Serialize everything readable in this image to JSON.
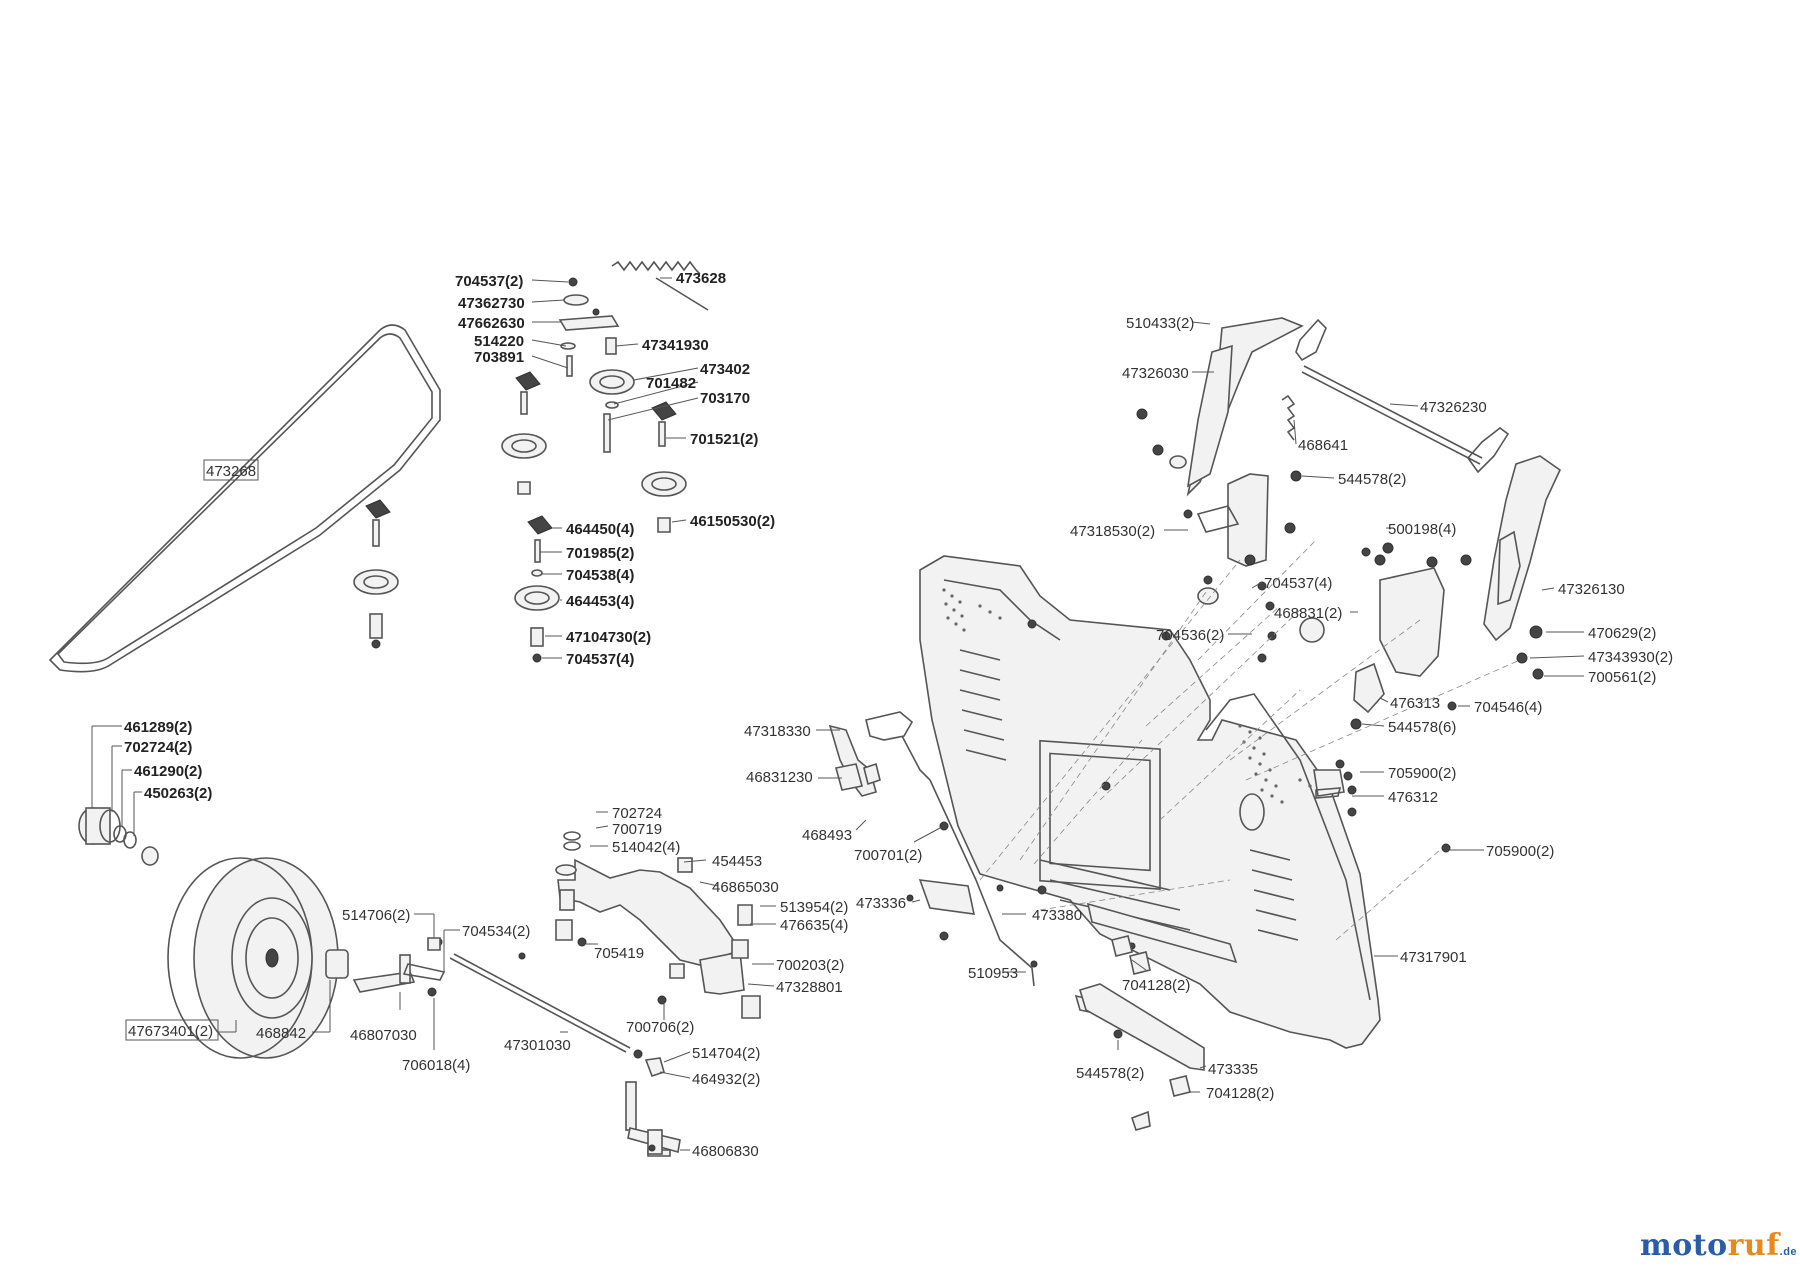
{
  "brand": {
    "part1": "moto",
    "part2": "ruf",
    "part3": ".de"
  },
  "labels": [
    {
      "text": "704537(2)",
      "bold": true
    },
    {
      "text": "473628",
      "bold": true
    },
    {
      "text": "47362730",
      "bold": true
    },
    {
      "text": "47662630",
      "bold": true
    },
    {
      "text": "514220",
      "bold": true
    },
    {
      "text": "47341930",
      "bold": true
    },
    {
      "text": "703891",
      "bold": true
    },
    {
      "text": "473402",
      "bold": true
    },
    {
      "text": "701482",
      "bold": true
    },
    {
      "text": "703170",
      "bold": true
    },
    {
      "text": "701521(2)",
      "bold": true
    },
    {
      "text": "464450(4)",
      "bold": true
    },
    {
      "text": "46150530(2)",
      "bold": true
    },
    {
      "text": "701985(2)",
      "bold": true
    },
    {
      "text": "704538(4)",
      "bold": true
    },
    {
      "text": "464453(4)",
      "bold": true
    },
    {
      "text": "47104730(2)",
      "bold": true
    },
    {
      "text": "704537(4)",
      "bold": true
    },
    {
      "text": "473268",
      "bold": false,
      "boxed": true
    },
    {
      "text": "461289(2)",
      "bold": true
    },
    {
      "text": "702724(2)",
      "bold": true
    },
    {
      "text": "461290(2)",
      "bold": true
    },
    {
      "text": "450263(2)",
      "bold": true
    },
    {
      "text": "47673401(2)",
      "bold": false,
      "boxed": true
    },
    {
      "text": "468842",
      "bold": false
    },
    {
      "text": "514706(2)",
      "bold": false
    },
    {
      "text": "704534(2)",
      "bold": false
    },
    {
      "text": "46807030",
      "bold": false
    },
    {
      "text": "706018(4)",
      "bold": false
    },
    {
      "text": "702724",
      "bold": false
    },
    {
      "text": "700719",
      "bold": false
    },
    {
      "text": "514042(4)",
      "bold": false
    },
    {
      "text": "454453",
      "bold": false
    },
    {
      "text": "46865030",
      "bold": false
    },
    {
      "text": "513954(2)",
      "bold": false
    },
    {
      "text": "476635(4)",
      "bold": false
    },
    {
      "text": "705419",
      "bold": false
    },
    {
      "text": "700203(2)",
      "bold": false
    },
    {
      "text": "47328801",
      "bold": false
    },
    {
      "text": "700706(2)",
      "bold": false
    },
    {
      "text": "47301030",
      "bold": false
    },
    {
      "text": "514704(2)",
      "bold": false
    },
    {
      "text": "464932(2)",
      "bold": false
    },
    {
      "text": "46806830",
      "bold": false
    },
    {
      "text": "47318330",
      "bold": false
    },
    {
      "text": "46831230",
      "bold": false
    },
    {
      "text": "468493",
      "bold": false
    },
    {
      "text": "700701(2)",
      "bold": false
    },
    {
      "text": "473336",
      "bold": false
    },
    {
      "text": "473380",
      "bold": false
    },
    {
      "text": "510953",
      "bold": false
    },
    {
      "text": "704128(2)",
      "bold": false
    },
    {
      "text": "544578(2)",
      "bold": false
    },
    {
      "text": "473335",
      "bold": false
    },
    {
      "text": "704128(2)",
      "bold": false
    },
    {
      "text": "47317901",
      "bold": false
    },
    {
      "text": "510433(2)",
      "bold": false
    },
    {
      "text": "47326030",
      "bold": false
    },
    {
      "text": "47326230",
      "bold": false
    },
    {
      "text": "468641",
      "bold": false
    },
    {
      "text": "544578(2)",
      "bold": false
    },
    {
      "text": "47318530(2)",
      "bold": false
    },
    {
      "text": "500198(4)",
      "bold": false
    },
    {
      "text": "704537(4)",
      "bold": false
    },
    {
      "text": "47326130",
      "bold": false
    },
    {
      "text": "468831(2)",
      "bold": false
    },
    {
      "text": "704536(2)",
      "bold": false
    },
    {
      "text": "470629(2)",
      "bold": false
    },
    {
      "text": "47343930(2)",
      "bold": false
    },
    {
      "text": "700561(2)",
      "bold": false
    },
    {
      "text": "476313",
      "bold": false
    },
    {
      "text": "704546(4)",
      "bold": false
    },
    {
      "text": "544578(6)",
      "bold": false
    },
    {
      "text": "705900(2)",
      "bold": false
    },
    {
      "text": "476312",
      "bold": false
    },
    {
      "text": "705900(2)",
      "bold": false
    }
  ]
}
